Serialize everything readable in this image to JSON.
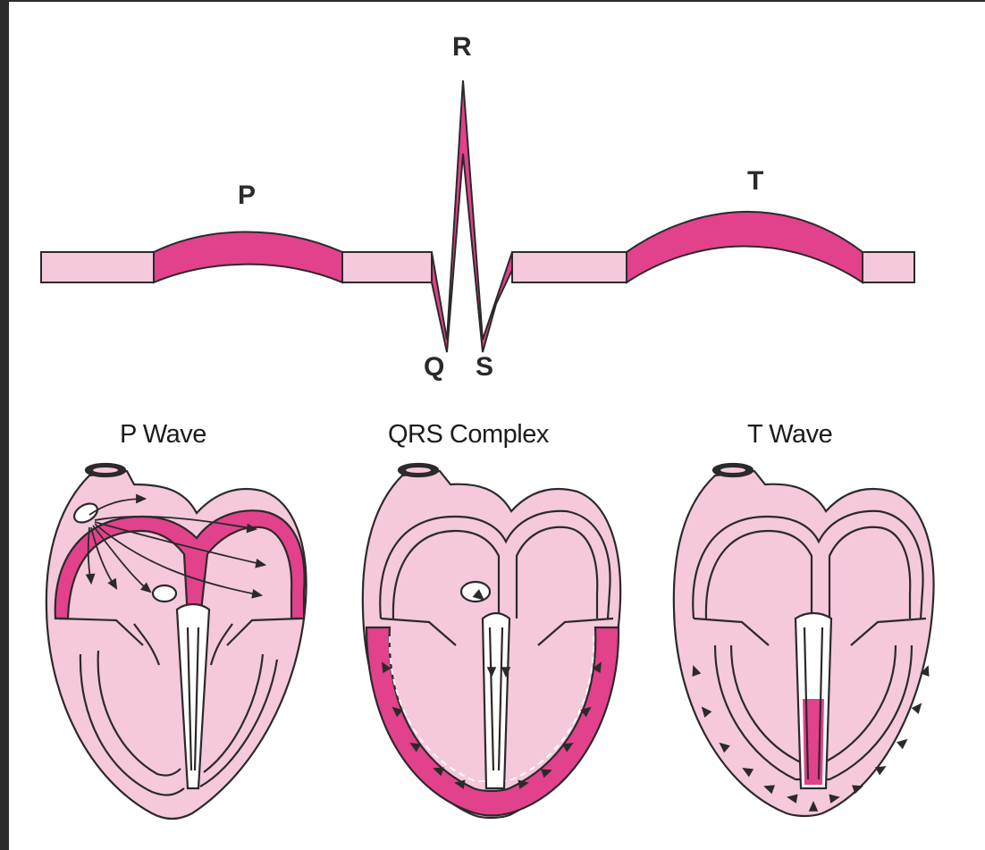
{
  "ecg": {
    "labels": {
      "p": "P",
      "q": "Q",
      "r": "R",
      "s": "S",
      "t": "T"
    }
  },
  "phases": [
    {
      "label": "P Wave"
    },
    {
      "label": "QRS Complex"
    },
    {
      "label": "T Wave"
    }
  ],
  "colors": {
    "pale_pink": "#f6c8dc",
    "light_pink": "#f4b2cf",
    "hot_pink": "#e2418c",
    "outline": "#2a2a2a",
    "background": "#ffffff",
    "frame": "#2b2b2b"
  }
}
